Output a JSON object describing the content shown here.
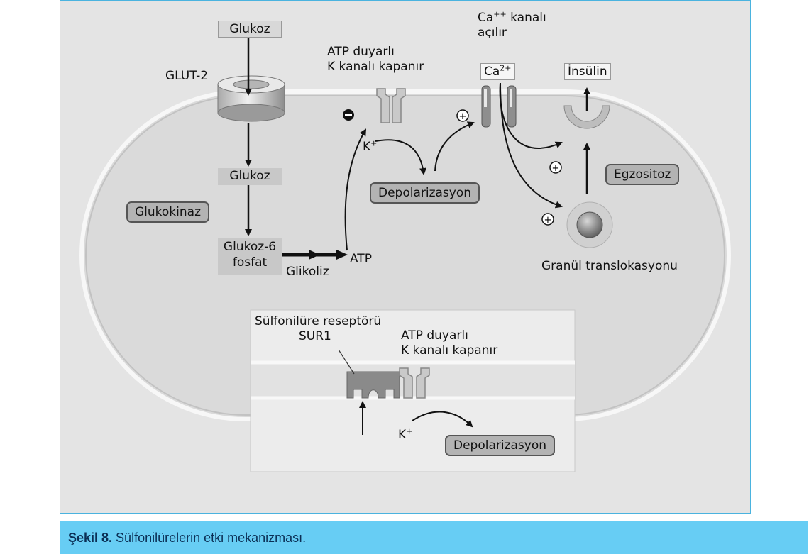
{
  "diagram": {
    "glucose_top": "Glukoz",
    "glut2": "GLUT-2",
    "glucose_inside": "Glukoz",
    "glucokinase": "Glukokinaz",
    "g6p_line1": "Glukoz-6",
    "g6p_line2": "fosfat",
    "glycolysis": "Glikoliz",
    "atp": "ATP",
    "katp_line1": "ATP duyarlı",
    "katp_line2": "K kanalı kapanır",
    "k_ion": "K",
    "k_charge": "+",
    "depolarization": "Depolarizasyon",
    "ca_channel_line1_prefix": "Ca",
    "ca_channel_line1_charge": "++",
    "ca_channel_line1_suffix": " kanalı",
    "ca_channel_line2": "açılır",
    "ca_ion": "Ca",
    "ca_charge": "2+",
    "insulin": "İnsülin",
    "exocytosis": "Egzositoz",
    "granule_translocation": "Granül translokasyonu",
    "minus_sign": "−",
    "plus_sign": "+"
  },
  "inset": {
    "receptor_line1": "Sülfonilüre reseptörü",
    "receptor_line2": "SUR1",
    "katp_line1": "ATP duyarlı",
    "katp_line2": "K kanalı kapanır",
    "k_ion": "K",
    "k_charge": "+",
    "depolarization": "Depolarizasyon"
  },
  "caption": {
    "label": "Şekil 8.",
    "text": " Sülfonilürelerin etki mekanizması."
  },
  "colors": {
    "frame_border": "#4ab3df",
    "caption_bg": "#67cdf4",
    "caption_text": "#0b2f55",
    "figure_bg": "#e4e4e4",
    "pill_bg": "#b3b3b3"
  }
}
